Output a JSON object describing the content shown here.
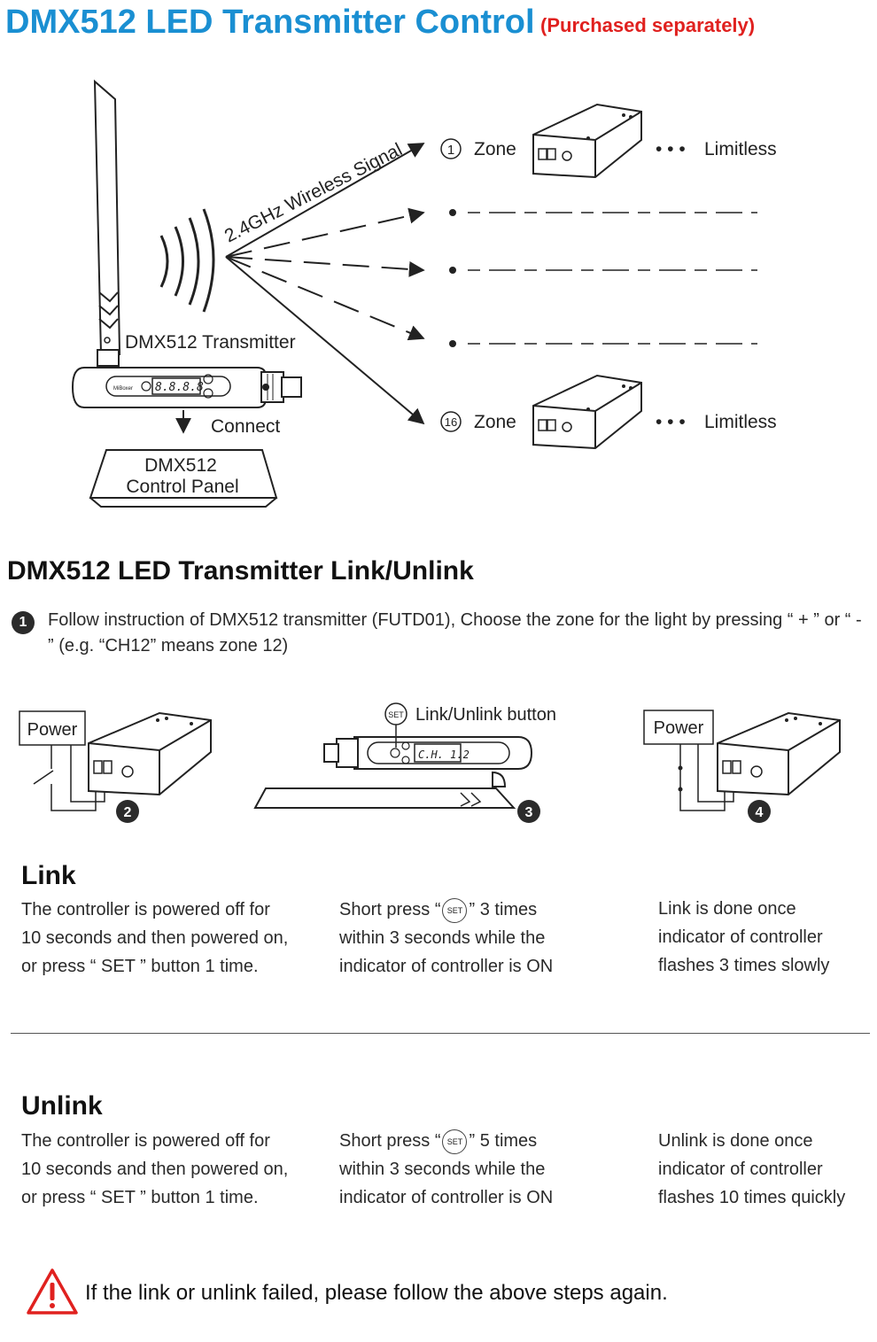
{
  "header": {
    "title": "DMX512 LED Transmitter Control",
    "note": "(Purchased separately)"
  },
  "diagram": {
    "signal_label": "2.4GHz Wireless Signal",
    "zone_first_number": "1",
    "zone_last_number": "16",
    "zone_label": "Zone",
    "dots": "• • •",
    "limitless": "Limitless",
    "transmitter_label": "DMX512 Transmitter",
    "connect_label": "Connect",
    "panel_line1": "DMX512",
    "panel_line2": "Control Panel",
    "display_text": "8.8.8.8",
    "brand_text": "MiBoxer"
  },
  "link_section": {
    "title": "DMX512 LED Transmitter Link/Unlink",
    "step_number": "1",
    "step_text": "Follow instruction of DMX512 transmitter (FUTD01), Choose the zone for the light by pressing “ + ” or “ - ”  (e.g. “CH12” means zone 12)"
  },
  "illustrations": {
    "power_label": "Power",
    "link_button_label": "Link/Unlink button",
    "set_label": "SET",
    "display_text": "C.H. 1.2",
    "badge_2": "2",
    "badge_3": "3",
    "badge_4": "4"
  },
  "link": {
    "heading": "Link",
    "col1": [
      "The controller is powered off for",
      "10 seconds and then powered on,",
      "or press “ SET ” button 1 time."
    ],
    "col2_pre": "Short press “",
    "col2_post": "” 3 times",
    "col2_rest": [
      "within 3 seconds while the",
      "indicator of controller is ON"
    ],
    "col3": [
      "Link is done once",
      "indicator of controller",
      "flashes 3 times slowly"
    ]
  },
  "unlink": {
    "heading": "Unlink",
    "col1": [
      "The controller is powered off for",
      "10 seconds and then powered on,",
      "or press “ SET ” button 1 time."
    ],
    "col2_pre": "Short press “",
    "col2_post": "” 5 times",
    "col2_rest": [
      "within 3 seconds while the",
      "indicator of controller is ON"
    ],
    "col3": [
      "Unlink is done once",
      "indicator of controller",
      "flashes 10 times quickly"
    ]
  },
  "warning": {
    "text": "If the link or unlink failed, please follow the above steps again."
  },
  "colors": {
    "title_blue": "#1a8fd2",
    "note_red": "#e0211f",
    "warning_red": "#e0211f"
  }
}
